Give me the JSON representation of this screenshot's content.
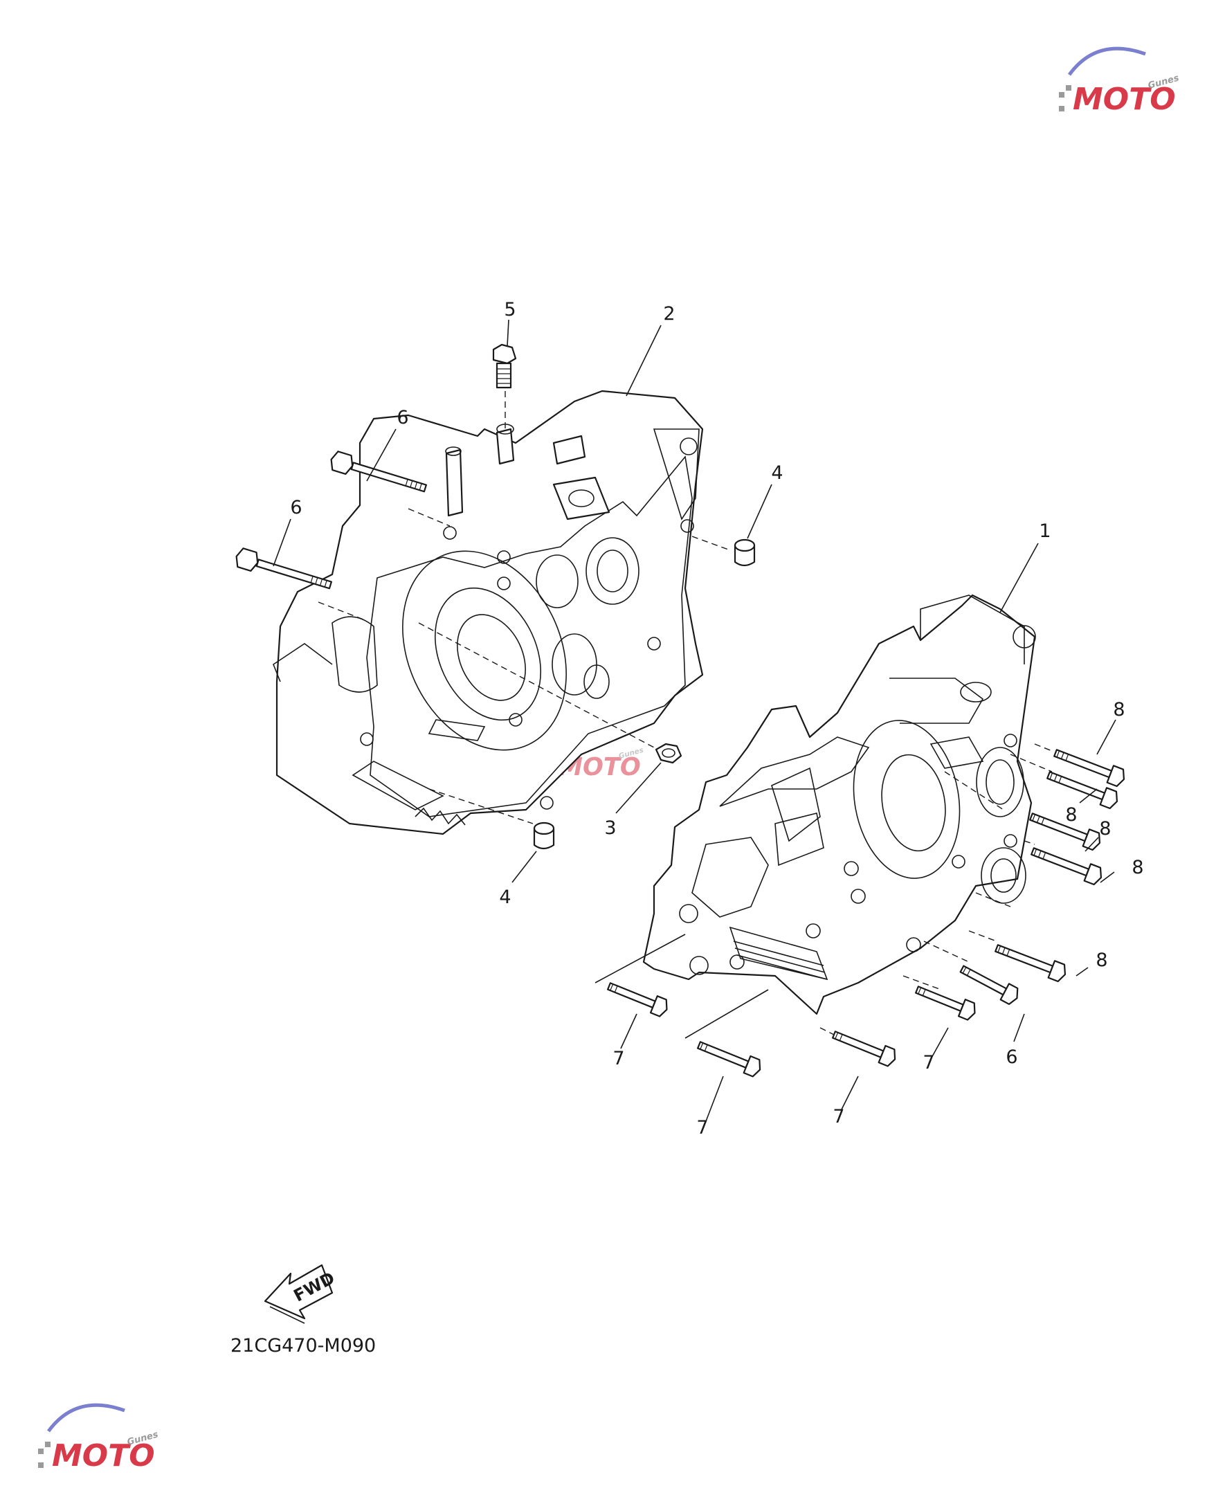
{
  "diagram": {
    "callouts": [
      "1",
      "2",
      "3",
      "4",
      "5",
      "6",
      "7",
      "8"
    ],
    "drawing_code": "21CG470-M090",
    "direction_label": "FWD"
  },
  "watermark": {
    "logo_text": "MOTO",
    "sub_text": "Gunes",
    "colors": {
      "primary": "#d93a4a",
      "secondary": "#7b7fd0",
      "grey": "#9a9a9a"
    }
  }
}
